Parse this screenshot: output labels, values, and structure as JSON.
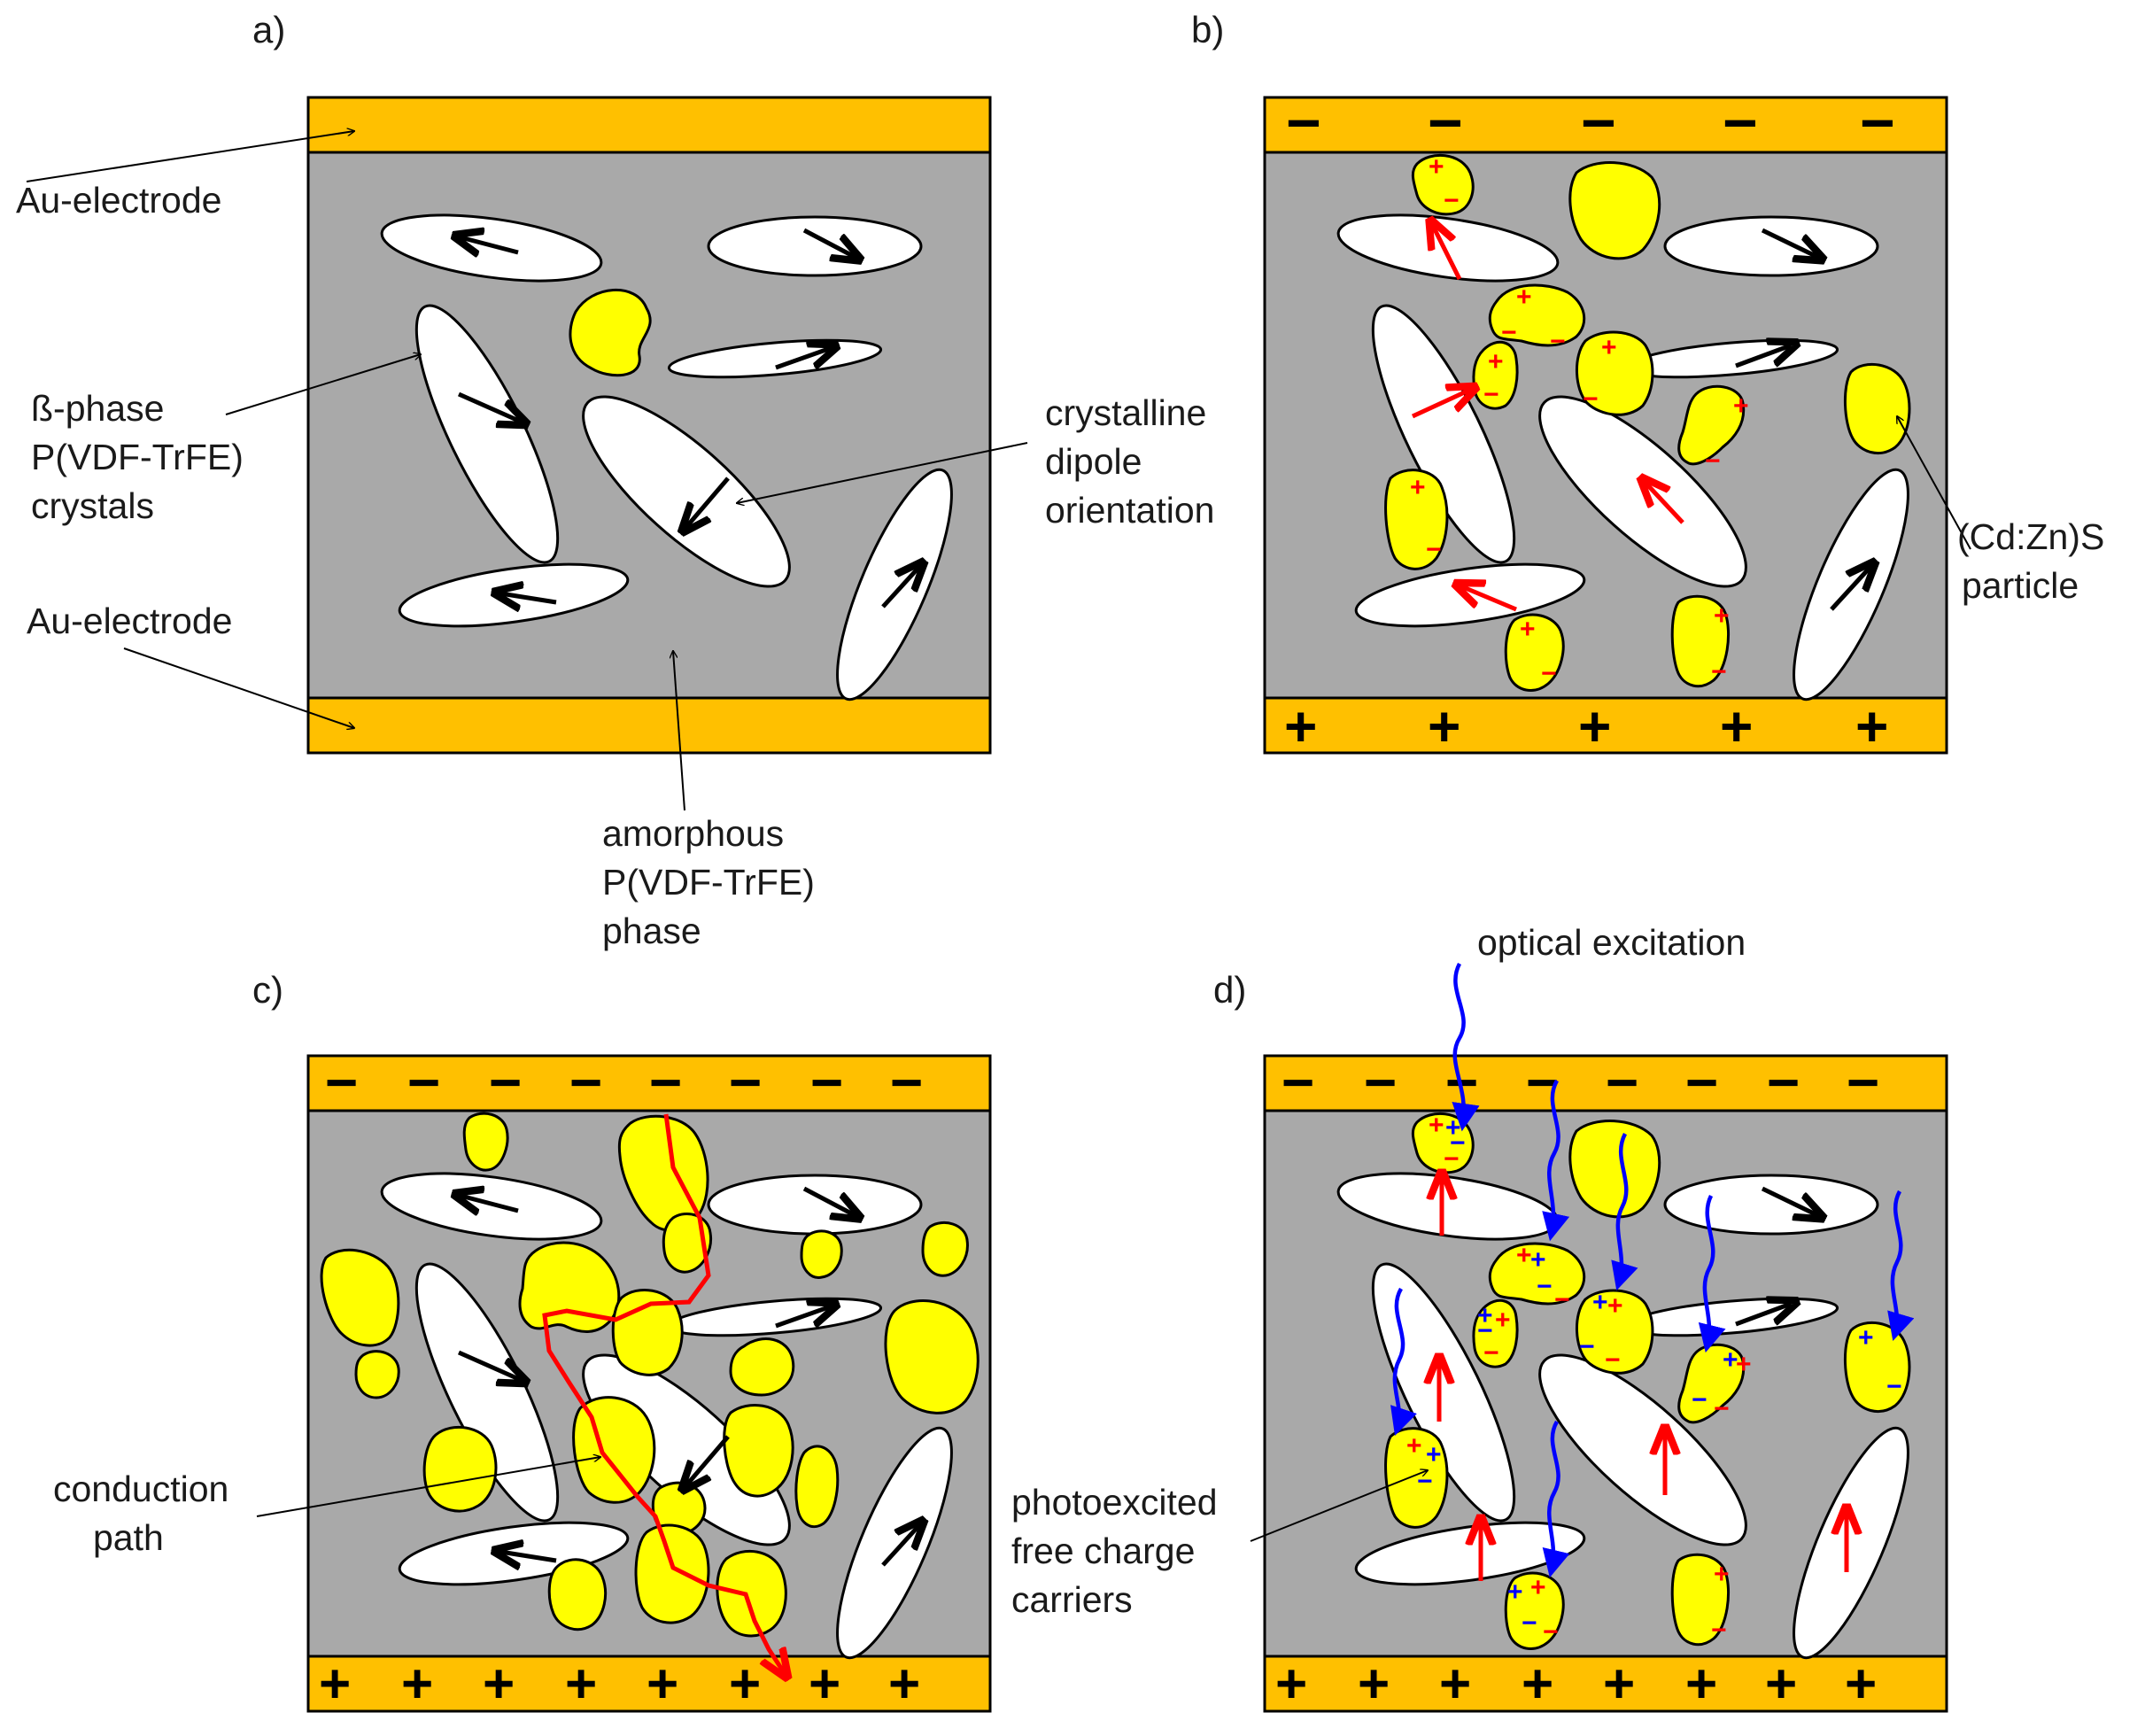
{
  "colors": {
    "electrode": "#FFC000",
    "matrix": "#A9A9A9",
    "particle": "#FFFF00",
    "crystal": "#FFFFFF",
    "dipole_default": "#000000",
    "dipole_poled": "#FF0000",
    "charge_red": "#FF0000",
    "charge_blue": "#0000FF",
    "photon": "#0000FF",
    "conduction_path": "#FF0000"
  },
  "panels": {
    "a": {
      "letter": "a)",
      "labels": {
        "au_top": "Au-electrode",
        "beta_line1": "ß-phase",
        "beta_line2": "P(VDF-TrFE)",
        "beta_line3": "crystals",
        "dipole_line1": "crystalline",
        "dipole_line2": "dipole",
        "dipole_line3": "orientation",
        "au_bottom": "Au-electrode",
        "amorph_line1": "amorphous",
        "amorph_line2": "P(VDF-TrFE)",
        "amorph_line3": "phase"
      }
    },
    "b": {
      "letter": "b)",
      "top_sign": "−",
      "bottom_sign": "+",
      "labels": {
        "particle_line1": "(Cd:Zn)S",
        "particle_line2": "particle"
      }
    },
    "c": {
      "letter": "c)",
      "top_sign": "−",
      "bottom_sign": "+",
      "labels": {
        "conduction_line1": "conduction",
        "conduction_line2": "path"
      }
    },
    "d": {
      "letter": "d)",
      "top_sign": "−",
      "bottom_sign": "+",
      "labels": {
        "optical": "optical excitation",
        "carriers_line1": "photoexcited",
        "carriers_line2": "free charge",
        "carriers_line3": "carriers"
      }
    }
  }
}
